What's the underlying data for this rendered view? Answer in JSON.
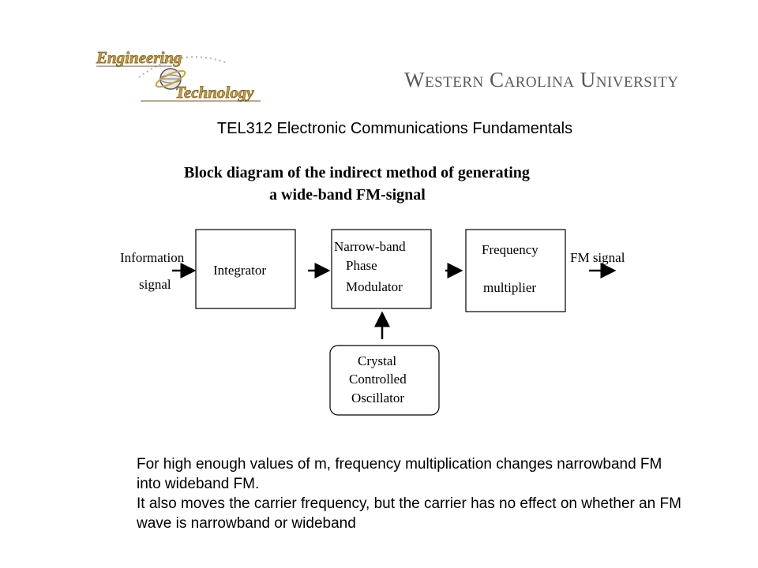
{
  "header": {
    "logo_et_line1": "Engineering",
    "logo_et_line2": "Technology",
    "university": "Western Carolina University"
  },
  "course_title": "TEL312 Electronic Communications Fundamentals",
  "diagram_title": {
    "line1": "Block diagram of  the indirect method of generating",
    "line2": "a wide-band FM-signal"
  },
  "diagram": {
    "input_label_1": "Information",
    "input_label_2": "signal",
    "integrator": "Integrator",
    "modulator_1": "Narrow-band",
    "modulator_2": "Phase",
    "modulator_3": "Modulator",
    "multiplier_1": "Frequency",
    "multiplier_2": "multiplier",
    "output_label": "FM signal",
    "oscillator_1": "Crystal",
    "oscillator_2": "Controlled",
    "oscillator_3": "Oscillator"
  },
  "note": {
    "para1": "For high enough values of m, frequency multiplication changes narrowband FM into wideband FM.",
    "para2": "It also moves the carrier frequency, but the carrier has no effect on whether an FM wave is narrowband or wideband"
  },
  "colors": {
    "logo_gold": "#c9a23a",
    "logo_brown": "#7a5520",
    "university_gray": "#5a5a5a"
  }
}
